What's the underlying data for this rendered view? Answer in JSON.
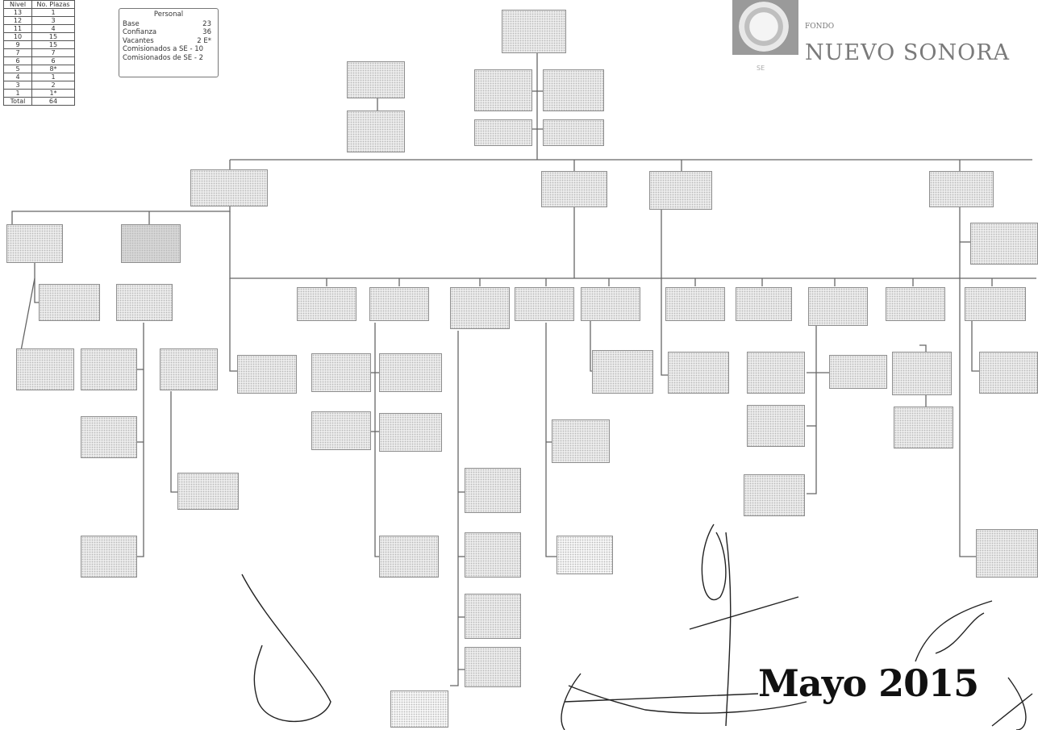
{
  "level_table": {
    "headers": [
      "Nivel",
      "No. Plazas"
    ],
    "rows": [
      [
        "13",
        "1"
      ],
      [
        "12",
        "3"
      ],
      [
        "11",
        "4"
      ],
      [
        "10",
        "15"
      ],
      [
        "9",
        "15"
      ],
      [
        "7",
        "7"
      ],
      [
        "6",
        "6"
      ],
      [
        "5",
        "8*"
      ],
      [
        "4",
        "1"
      ],
      [
        "3",
        "2"
      ],
      [
        "1",
        "1*"
      ]
    ],
    "total_label": "Total",
    "total_value": "64"
  },
  "personal_box": {
    "title": "Personal",
    "items": [
      {
        "label": "Base",
        "value": "23"
      },
      {
        "label": "Confianza",
        "value": "36"
      },
      {
        "label": "Vacantes",
        "value": "2 E*"
      }
    ],
    "notes": [
      "Comisionados a SE - 10",
      "Comisionados de SE - 2"
    ]
  },
  "brand": {
    "small": "FONDO",
    "name": "NUEVO SONORA",
    "sub": "SE"
  },
  "date": "Mayo 2015",
  "colors": {
    "box_fill": "#ececec",
    "box_border": "#8f8f8f",
    "connector": "#666666",
    "signature_ink": "#222222"
  },
  "boxes_text": {
    "note": ""
  }
}
